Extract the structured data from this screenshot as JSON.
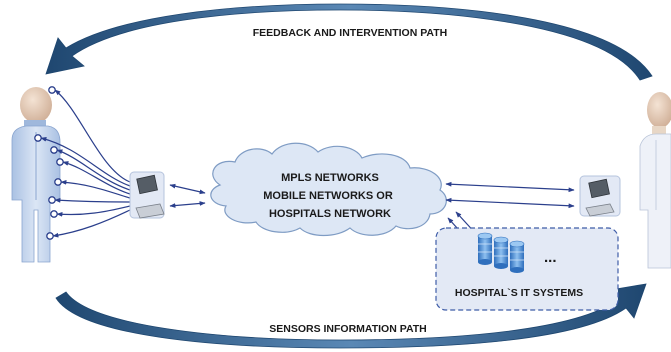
{
  "paths": {
    "feedback_label": "FEEDBACK AND INTERVENTION  PATH",
    "sensors_label": "SENSORS INFORMATION PATH"
  },
  "network_cloud": {
    "line1": "MPLS NETWORKS",
    "line2": "MOBILE NETWORKS OR",
    "line3": "HOSPITALS NETWORK"
  },
  "it_systems": {
    "label": "HOSPITAL`S  IT SYSTEMS",
    "more": "..."
  },
  "colors": {
    "arrow_fill": "#2f5b84",
    "connector": "#2b3f8c",
    "cloud_fill": "#dde7f5",
    "cloud_stroke": "#7f9cc4",
    "box_fill": "#e3e9f5",
    "box_stroke": "#3f5da8",
    "db_blue": "#4e8fd6",
    "patient_blue": "#c2d3ec",
    "doctor_coat": "#eef1f8",
    "skin": "#e5cbb5"
  },
  "icons": [
    "patient-figure",
    "doctor-figure",
    "laptop-icon",
    "database-icon",
    "sensor-node-icon",
    "cloud-icon"
  ]
}
